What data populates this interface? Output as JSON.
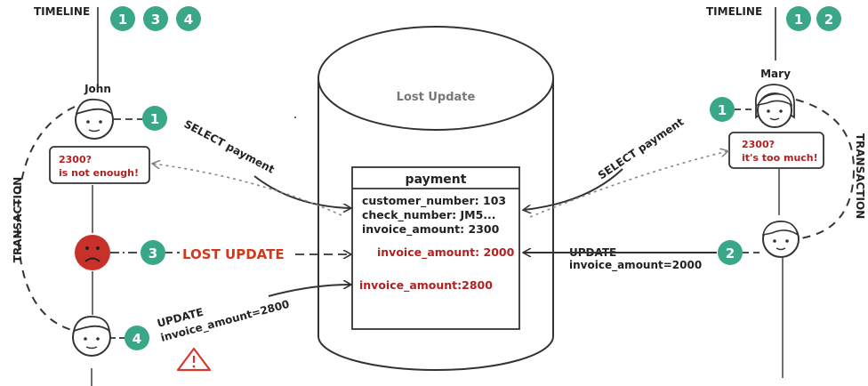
{
  "diagram": {
    "title": "Lost Update",
    "timeline_label": "TIMELINE",
    "transaction_label": "TRANSACTION",
    "colors": {
      "step_badge": "#3aa788",
      "red_text": "#b32020",
      "lost_update": "#d2391c",
      "sad_face": "#c8302a",
      "warning": "#d83a2a",
      "line": "#333333"
    }
  },
  "john": {
    "name": "John",
    "timeline_steps": [
      "1",
      "3",
      "4"
    ],
    "bubble_line1": "2300?",
    "bubble_line2": "is not enough!",
    "step1": "1",
    "step1_action": "SELECT payment",
    "step3": "3",
    "step3_action": "LOST UPDATE",
    "step4": "4",
    "step4_action_line1": "UPDATE",
    "step4_action_line2": "invoice_amount=2800"
  },
  "mary": {
    "name": "Mary",
    "timeline_steps": [
      "1",
      "2"
    ],
    "bubble_line1": "2300?",
    "bubble_line2": "it's too much!",
    "step1": "1",
    "step1_action": "SELECT payment",
    "step2": "2",
    "step2_action_line1": "UPDATE",
    "step2_action_line2": "invoice_amount=2000"
  },
  "table": {
    "name": "payment",
    "rows": [
      "customer_number: 103",
      "check_number: JM5...",
      "invoice_amount: 2300"
    ],
    "update_mary": "invoice_amount: 2000",
    "update_john": "invoice_amount:2800"
  }
}
